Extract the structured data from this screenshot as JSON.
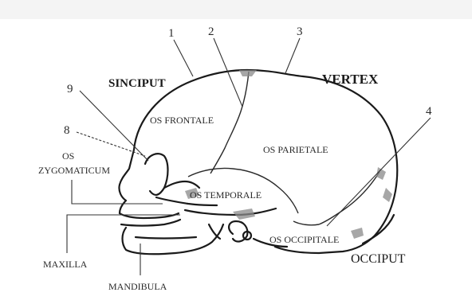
{
  "numbers": [
    "1",
    "2",
    "3",
    "4",
    "8",
    "9"
  ],
  "regions": {
    "sinciput": "SINCIPUT",
    "vertex": "VERTEX",
    "occiput": "OCCIPUT"
  },
  "bones": {
    "os_frontale": "OS FRONTALE",
    "os_parietale": "OS PARIETALE",
    "os_temporale": "OS TEMPORALE",
    "os_occipitale": "OS OCCIPITALE",
    "os_zygomaticum_line1": "OS",
    "os_zygomaticum_line2": "ZYGOMATICUM",
    "maxilla": "MAXILLA",
    "mandibula": "MANDIBULA"
  }
}
